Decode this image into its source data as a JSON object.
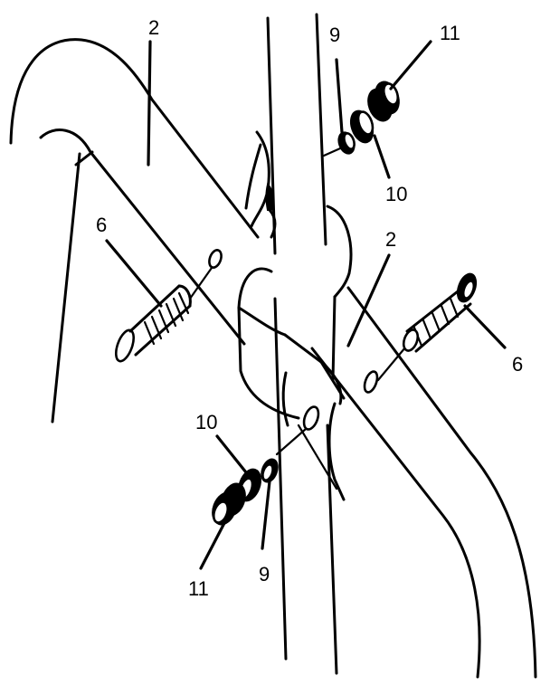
{
  "callouts": {
    "frame_top": "2",
    "washer_top": "9",
    "nut_top": "11",
    "spacer_top": "10",
    "bolt_left": "6",
    "frame_right": "2",
    "bolt_right": "6",
    "spacer_bottom": "10",
    "nut_bottom": "11",
    "washer_bottom": "9"
  }
}
